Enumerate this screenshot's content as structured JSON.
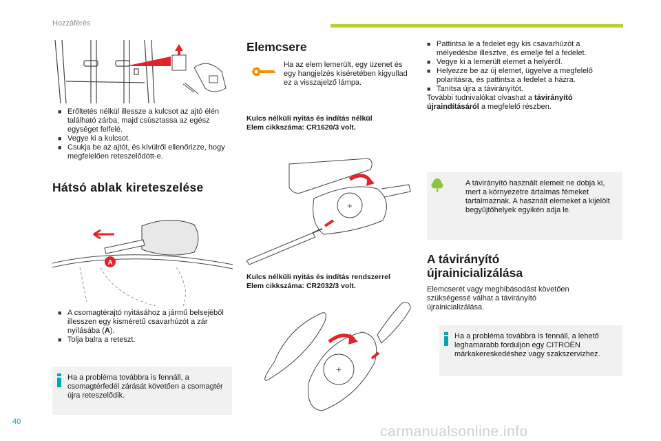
{
  "header": {
    "section": "Hozzáférés"
  },
  "page_number": "40",
  "watermark": "carmanualsonline.info",
  "colors": {
    "accent": "#b5d334",
    "info": "#00a6b8",
    "warning_red": "#e2232a"
  },
  "left": {
    "bullets1": [
      "Erőltetés nélkül illessze a kulcsot az ajtó élén található zárba, majd csúsztassa az egész egységet felfelé.",
      "Vegye ki a kulcsot.",
      "Csukja be az ajtót, és kívülről ellenőrizze, hogy megfelelően reteszelődött-e."
    ],
    "heading": "Hátsó ablak kireteszelése",
    "fig_label": "A",
    "bullets2_a": "A csomagtérajtó nyitásához a jármű belsejéből illesszen egy kisméretű csavarhúzót a zár nyílásába (",
    "bullets2_a_bold": "A",
    "bullets2_a_end": ").",
    "bullets2_b": "Tolja balra a reteszt.",
    "info": "Ha a probléma továbbra is fennáll, a csomagtérfedél zárását követően a csomagtér újra reteszelődik."
  },
  "middle": {
    "heading": "Elemcsere",
    "warning": "Ha az elem lemerült, egy üzenet és egy hangjelzés kíséretében kigyullad ez a visszajelző lámpa.",
    "caption1_l1": "Kulcs nélküli nyitás és indítás nélkül",
    "caption1_l2": "Elem cikkszáma: CR1620/3 volt.",
    "caption2_l1": "Kulcs nélküli nyitás és indítás rendszerrel",
    "caption2_l2": "Elem cikkszáma: CR2032/3 volt."
  },
  "right": {
    "bullets": [
      "Pattintsa le a fedelet egy kis csavarhúzót a mélyedésbe illesztve, és emelje fel a fedelet.",
      "Vegye ki a lemerült elemet a helyéről.",
      "Helyezze be az új elemet, ügyelve a megfelelő polaritásra, és pattintsa a fedelet a házra.",
      "Tanítsa újra a távirányítót."
    ],
    "more_a": "További tudnivalókat olvashat a ",
    "more_bold": "távirányító újraindításáról",
    "more_b": " a megfelelő részben.",
    "eco": "A távirányító használt elemeit ne dobja ki, mert a környezetre ártalmas fémeket tartalmaznak. A használt elemeket a kijelölt begyűjtőhelyek egyikén adja le.",
    "heading_l1": "A távirányító",
    "heading_l2": "újrainicializálása",
    "reinit": "Elemcserét vagy meghibásodást követően szükségessé válhat a távirányító újrainicializálása.",
    "info": "Ha a probléma továbbra is fennáll, a lehető leghamarabb forduljon egy CITROËN márkakereskedéshez vagy szakszervizhez."
  }
}
